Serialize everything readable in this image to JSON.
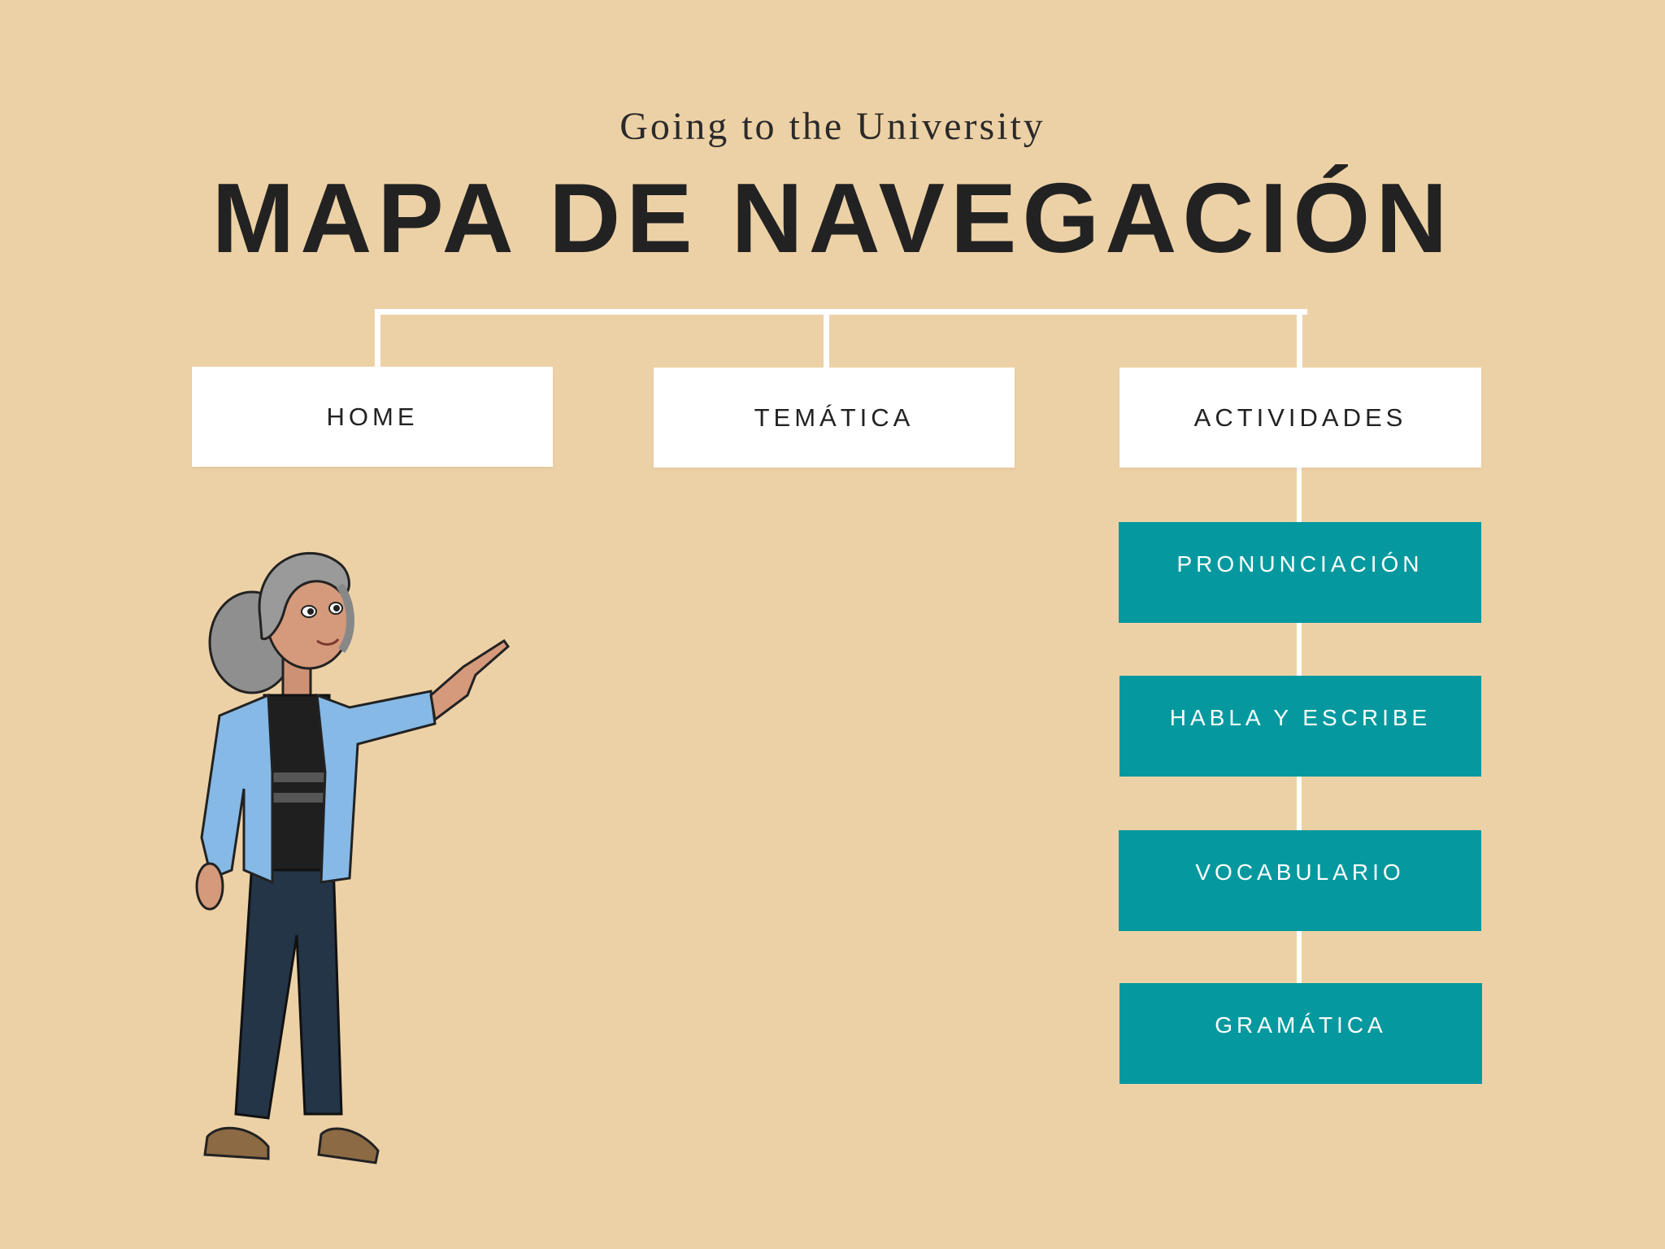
{
  "header": {
    "subtitle": "Going to the University",
    "title": "MAPA DE NAVEGACIÓN"
  },
  "nav_map": {
    "top_level": [
      {
        "label": "HOME"
      },
      {
        "label": "TEMÁTICA"
      },
      {
        "label": "ACTIVIDADES"
      }
    ],
    "actividades_children": [
      {
        "label": "PRONUNCIACIÓN"
      },
      {
        "label": "HABLA Y ESCRIBE"
      },
      {
        "label": "VOCABULARIO"
      },
      {
        "label": "GRAMÁTICA"
      }
    ]
  },
  "colors": {
    "background": "#edd1a6",
    "box": "#ffffff",
    "accent": "#05999f",
    "text": "#222222"
  },
  "illustration": {
    "icon": "pointing-woman-icon"
  }
}
